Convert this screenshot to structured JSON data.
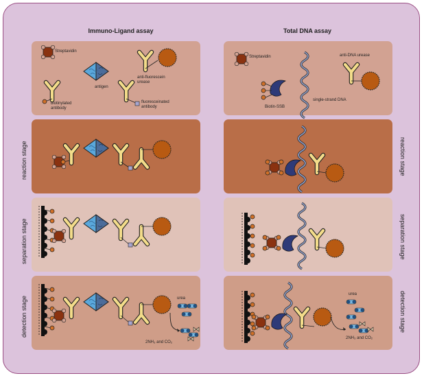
{
  "titles": {
    "left": "Immuno-Ligand assay",
    "right": "Total DNA assay"
  },
  "stages": {
    "reaction": "reaction stage",
    "separation": "separation stage",
    "detection": "detection stage"
  },
  "legend_left": {
    "streptavidin": "Streptavidin",
    "antigen": "antigen",
    "anti_fluorescein_urease": "anti-fluorescein urease",
    "biotinylated_antibody": "biotinylated antibody",
    "fluoresceinated_antibody": "fluoresceinated antibody"
  },
  "legend_right": {
    "streptavidin": "Streptavidin",
    "anti_dna_urease": "anti-DNA urease",
    "biotin_ssb": "Biotin-SSB",
    "single_strand_dna": "single-strand DNA"
  },
  "detection": {
    "urea": "urea",
    "products": "2NH₃ and CO₂"
  },
  "colors": {
    "frame": "#dcc3dc",
    "legend_panel": "#d2a292",
    "reaction_panel": "#b96e48",
    "separation_panel": "#e0c2b8",
    "detection_panel": "#cf9d88",
    "streptavidin": "#8a3210",
    "urease": "#b85a12",
    "antibody": "#f3dc8a",
    "antigen": "#5aa8dc",
    "ssb": "#2e3a78",
    "dna": "#7a88b0",
    "biotin": "#d07028"
  }
}
